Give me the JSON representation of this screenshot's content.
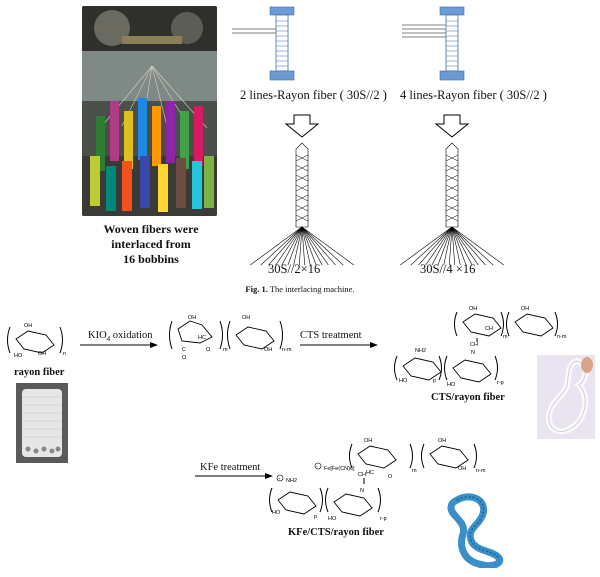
{
  "figure1": {
    "woven_lines": [
      "Woven fibers were",
      "interlaced from",
      "16 bobbins"
    ],
    "spool_left_label": "2 lines-Rayon fiber ( 30S//2 )",
    "spool_right_label": "4 lines-Rayon fiber ( 30S//2 )",
    "left_formula": "30S//2×16",
    "right_formula": "30S//4 ×16",
    "caption_prefix": "Fig. 1.",
    "caption_text": "The interlacing machine."
  },
  "reaction": {
    "step1": "KIO4 oxidation",
    "step2": "CTS treatment",
    "step3": "KFe treatment",
    "label_rayon": "rayon fiber",
    "label_cts": "CTS/rayon fiber",
    "label_kfe": "KFe/CTS/rayon fiber",
    "subscripts": {
      "n": "n",
      "m": "m",
      "nm": "n-m",
      "p": "p",
      "rp": "r-p"
    },
    "groups": {
      "OH": "OH",
      "HO": "HO",
      "NH2": "NH2",
      "N": "N",
      "CH": "CH",
      "HC": "HC",
      "O": "O",
      "kfe_anion": "Fe[Fe(CN)6]"
    }
  },
  "colors": {
    "spool": "#6b9bd2",
    "spool_dark": "#3c6ea8",
    "arrow": "#000000",
    "blue_fiber": "#3a8fc9"
  }
}
